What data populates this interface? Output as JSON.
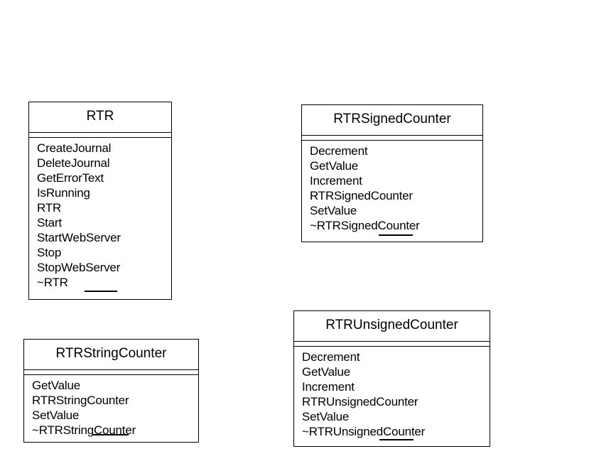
{
  "diagram": {
    "type": "uml-class-diagram",
    "background_color": "#ffffff",
    "line_color": "#000000",
    "text_color": "#000000",
    "classes": [
      {
        "id": "rtr",
        "name": "RTR",
        "attributes": [],
        "operations": [
          "CreateJournal",
          "DeleteJournal",
          "GetErrorText",
          "IsRunning",
          "RTR",
          "Start",
          "StartWebServer",
          "Stop",
          "StopWebServer",
          "~RTR"
        ]
      },
      {
        "id": "signed",
        "name": "RTRSignedCounter",
        "attributes": [],
        "operations": [
          "Decrement",
          "GetValue",
          "Increment",
          "RTRSignedCounter",
          "SetValue",
          "~RTRSignedCounter"
        ]
      },
      {
        "id": "string",
        "name": "RTRStringCounter",
        "attributes": [],
        "operations": [
          "GetValue",
          "RTRStringCounter",
          "SetValue",
          "~RTRStringCounter"
        ]
      },
      {
        "id": "unsigned",
        "name": "RTRUnsignedCounter",
        "attributes": [],
        "operations": [
          "Decrement",
          "GetValue",
          "Increment",
          "RTRUnsignedCounter",
          "SetValue",
          "~RTRUnsignedCounter"
        ]
      }
    ]
  }
}
